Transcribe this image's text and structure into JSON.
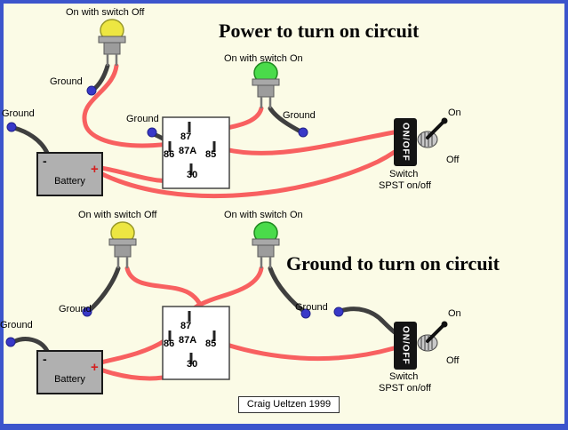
{
  "colors": {
    "background": "#FBFBE6",
    "frame_blue": "#3C55CC",
    "wire_hot": "#F86060",
    "wire_ground": "#3F3F3F",
    "connector_blue": "#3838C8",
    "lamp_yellow": "#EDE642",
    "lamp_green": "#4ADB4A",
    "battery_gray": "#B0B0B0",
    "switch_black": "#141414",
    "plus_red": "#D42020"
  },
  "circuits": {
    "top": {
      "title": "Power to turn on circuit"
    },
    "bottom": {
      "title": "Ground to turn on circuit"
    }
  },
  "labels": {
    "lamp_off": "On with switch Off",
    "lamp_on": "On with switch On",
    "ground": "Ground",
    "battery": "Battery",
    "minus": "-",
    "plus": "+",
    "switch_body": "ON/OFF",
    "on": "On",
    "off": "Off",
    "switch_caption_line1": "Switch",
    "switch_caption_line2": "SPST on/off"
  },
  "relay_pins": {
    "p87": "87",
    "p87a": "87A",
    "p86": "86",
    "p85": "85",
    "p30": "30"
  },
  "credit": "Craig Ueltzen 1999"
}
